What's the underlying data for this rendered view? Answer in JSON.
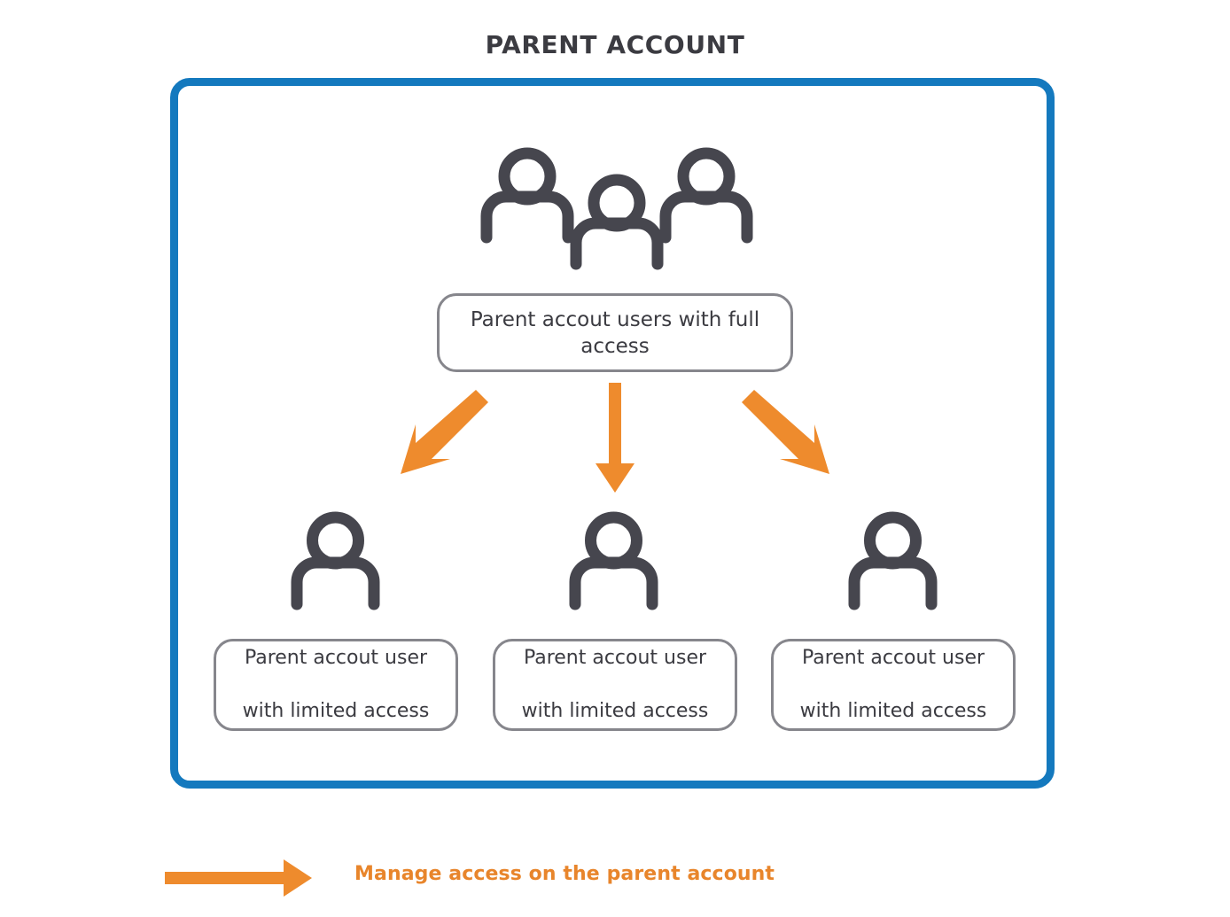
{
  "page": {
    "title": "PARENT ACCOUNT",
    "background": "#ffffff"
  },
  "colors": {
    "title_text": "#3b3b41",
    "container_border_blue": "#1479be",
    "box_border_gray": "#86868c",
    "box_text": "#3b3b41",
    "icon_stroke": "#46464e",
    "arrow_orange": "#ee8b2d",
    "legend_text_orange": "#e8852b"
  },
  "container": {
    "name": "parent-account-container",
    "border_color": "#1479be"
  },
  "top_node": {
    "icon": "group-of-three-people-icon",
    "label": "Parent accout users with full access"
  },
  "child_nodes": [
    {
      "icon": "person-icon",
      "label_line_1": "Parent accout user",
      "label_line_2": "with limited access"
    },
    {
      "icon": "person-icon",
      "label_line_1": "Parent accout user",
      "label_line_2": "with limited access"
    },
    {
      "icon": "person-icon",
      "label_line_1": "Parent accout user",
      "label_line_2": "with limited access"
    }
  ],
  "arrows": [
    {
      "name": "arrow-to-child-1",
      "direction": "down-left",
      "color": "#ee8b2d"
    },
    {
      "name": "arrow-to-child-2",
      "direction": "down",
      "color": "#ee8b2d"
    },
    {
      "name": "arrow-to-child-3",
      "direction": "down-right",
      "color": "#ee8b2d"
    }
  ],
  "legend": {
    "arrow_icon": "right-arrow-icon",
    "label": "Manage access on the parent account",
    "color": "#e8852b"
  }
}
